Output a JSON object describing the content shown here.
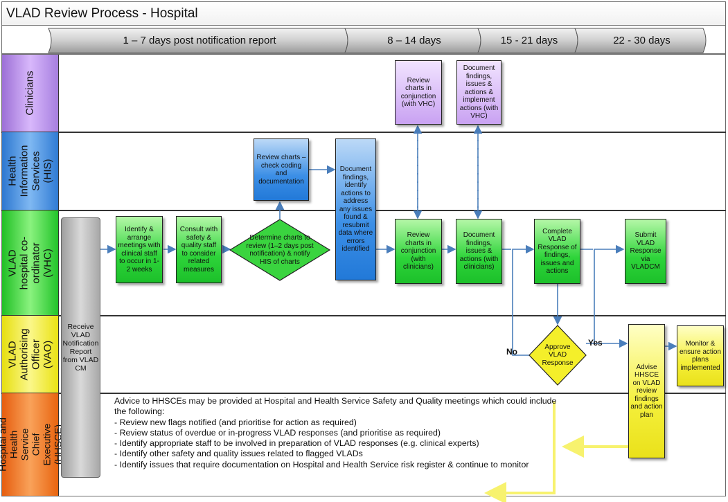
{
  "title": "VLAD Review Process - Hospital",
  "phases": [
    "1 – 7 days post notification report",
    "8 – 14 days",
    "15 - 21 days",
    "22 - 30 days"
  ],
  "lanes": [
    "Clinicians",
    "Health\nInformation\nServices (HIS)",
    "VLAD hospital co-\nordinator (VHC)",
    "VLAD\nAuthorising\nOfficer (VAO)",
    "Hospital and Health\nService Chief\nExecutive\n(HHSCE)"
  ],
  "boxes": {
    "receive": "Receive VLAD Notification Report from VLAD CM",
    "identify": "Identify & arrange meetings with clinical staff to occur in 1-2 weeks",
    "consult": "Consult with safety & quality staff to consider related measures",
    "determine": "Determine charts to review (1–2 days post notification) & notify HIS of charts",
    "his_review": "Review charts – check coding and documentation",
    "his_document": "Document findings, identify actions to address any issues found & resubmit data where errors identified",
    "vhc_review": "Review charts in conjunction (with clinicians)",
    "vhc_document": "Document findings, issues & actions (with clinicians)",
    "complete": "Complete VLAD Response of findings, issues and actions",
    "submit": "Submit VLAD Response via VLADCM",
    "clin_review": "Review charts in conjunction (with VHC)",
    "clin_document": "Document findings, issues & actions & implement actions (with VHC)",
    "approve": "Approve VLAD Response",
    "advise": "Advise HHSCE on VLAD review findings and action plan",
    "monitor": "Monitor & ensure action plans implemented"
  },
  "labels": {
    "no": "No",
    "yes": "Yes"
  },
  "note": {
    "intro": "Advice to HHSCEs may be provided at Hospital and Health Service Safety and Quality meetings which could include the following:",
    "items": [
      "- Review new flags notified (and prioritise for action as required)",
      "- Review status of overdue or in-progress VLAD responses (and prioritise as required)",
      "- Identify appropriate staff to be involved in preparation of VLAD responses (e.g. clinical experts)",
      "- Identify other safety and quality issues related to flagged VLADs",
      "- Identify issues that require documentation on Hospital and Health Service risk register & continue to monitor"
    ]
  },
  "colors": {
    "clinicians": "#b98ee6",
    "his": "#3e8fe0",
    "vhc": "#36cf3a",
    "vao": "#f2ec28",
    "hhsce": "#f27a20",
    "connector": "#4a7ebb",
    "highlight": "#f7f26e"
  }
}
